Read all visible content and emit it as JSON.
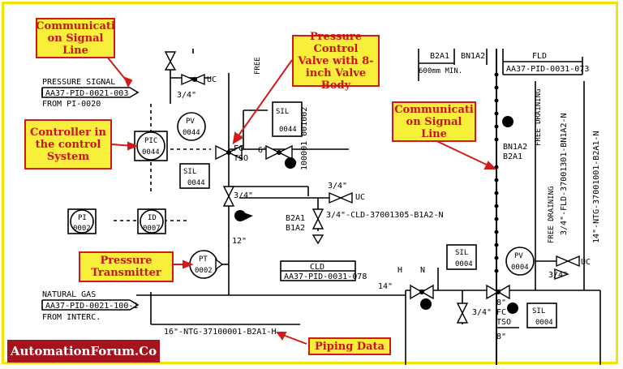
{
  "callouts": {
    "comm_signal_left": "Communicati on Signal Line",
    "pcv": "Pressure Control Valve with 8-inch Valve Body",
    "comm_signal_right": "Communicati on Signal Line",
    "controller": "Controller in the control System",
    "pressure_transmitter": "Pressure Transmitter",
    "piping_data": "Piping Data"
  },
  "brand": "AutomationForum.Co",
  "labels": {
    "pressure_signal": "PRESSURE SIGNAL",
    "pressure_signal_tag": "AA37-PID-0021-003",
    "from_pi": "FROM PI-0020",
    "natural_gas": "NATURAL GAS",
    "natural_gas_tag": "AA37-PID-0021-100-1",
    "from_interc": "FROM INTERC.",
    "line_main": "16\"-NTG-37100001-B2A1-H",
    "uc": "UC",
    "three_quarter": "3/4\"",
    "pic": "PIC",
    "pic_no": "0044",
    "pv": "PV",
    "pv_no": "0044",
    "sil": "SIL",
    "sil_no": "0044",
    "fc": "FC",
    "tso": "TSO",
    "size_8": "8\"",
    "size_6": "6\"",
    "size_12": "12\"",
    "size_14": "14\"",
    "line_vertical": "100001 001002",
    "pi": "PI",
    "pi_no": "0002",
    "id": "ID",
    "id_no": "0007",
    "pt": "PT",
    "pt_no": "0002",
    "b2a1": "B2A1",
    "b1a2": "B1A2",
    "cld_line": "3/4\"-CLD-37001305-B1A2-N",
    "cld": "CLD",
    "cld_tag": "AA37-PID-0031-078",
    "b2a1_top": "B2A1",
    "bn1a2_top": "BN1A2",
    "min_600": "600mm MIN.",
    "fld": "FLD",
    "fld_tag": "AA37-PID-0031-073",
    "free_draining": "FREE DRAINING",
    "fld_line": "3/4\"-FLD-37001301-BN1A2-N",
    "ntg_line": "14\"-NTG-37001001-B2A1-N",
    "bn1a2": "BN1A2",
    "b2a1_r": "B2A1",
    "h": "H",
    "n": "N",
    "sil_r": "SIL",
    "sil_r_no": "0004",
    "pv_r": "PV",
    "pv_r_no": "0004",
    "free": "FREE"
  }
}
